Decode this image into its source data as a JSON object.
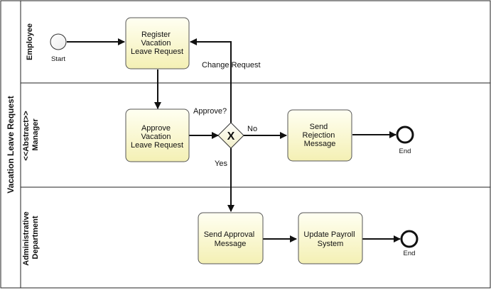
{
  "pool": {
    "title": "Vacation Leave Request"
  },
  "lanes": [
    {
      "id": "employee",
      "lines": [
        "Employee"
      ]
    },
    {
      "id": "manager",
      "lines": [
        "<<Abstract>>",
        "Manager"
      ]
    },
    {
      "id": "admin",
      "lines": [
        "Administrative",
        "Department"
      ]
    }
  ],
  "tasks": [
    {
      "id": "register",
      "lines": [
        "Register",
        "Vacation",
        "Leave Request"
      ]
    },
    {
      "id": "approve",
      "lines": [
        "Approve",
        "Vacation",
        "Leave Request"
      ]
    },
    {
      "id": "rejection",
      "lines": [
        "Send",
        "Rejection",
        "Message"
      ]
    },
    {
      "id": "approval",
      "lines": [
        "Send Approval",
        "Message"
      ]
    },
    {
      "id": "payroll",
      "lines": [
        "Update Payroll",
        "System"
      ]
    }
  ],
  "events": [
    {
      "id": "start",
      "label": "Start",
      "type": "start"
    },
    {
      "id": "end-reject",
      "label": "End",
      "type": "end"
    },
    {
      "id": "end-approve",
      "label": "End",
      "type": "end"
    }
  ],
  "gateway": {
    "id": "approve-gateway",
    "symbol": "X",
    "label": "Approve?"
  },
  "flow_labels": {
    "change": "Change Request",
    "no": "No",
    "yes": "Yes"
  },
  "colors": {
    "task_fill_top": "#fffff2",
    "task_fill_bottom": "#f4f0b4",
    "task_stroke": "#555555",
    "line": "#111111"
  }
}
